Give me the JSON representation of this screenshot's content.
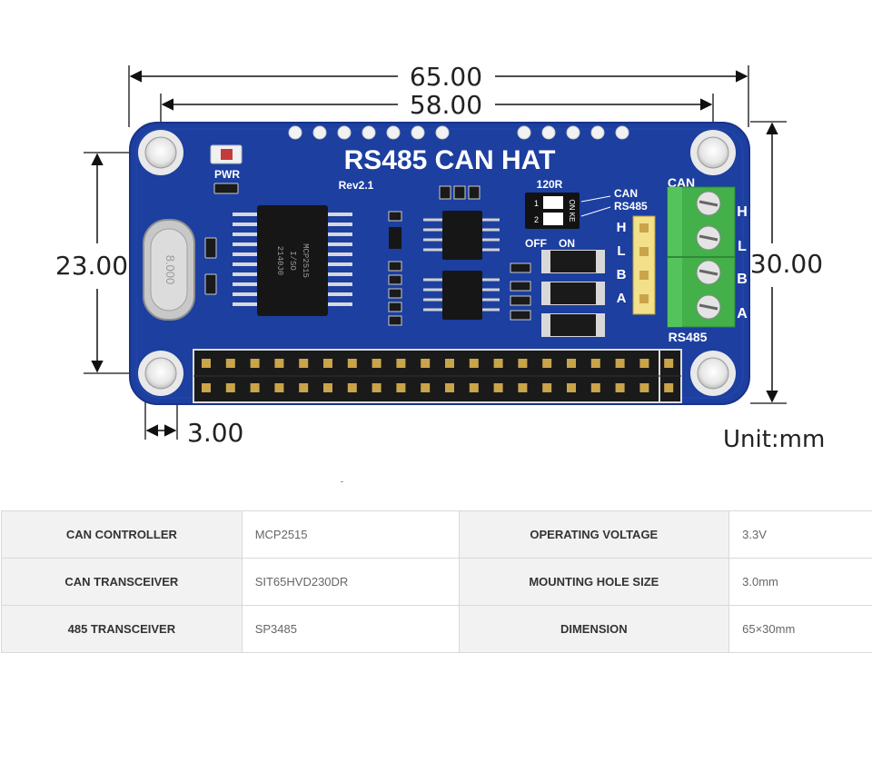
{
  "dimensions": {
    "overall_width": "65.00",
    "hole_spacing_x": "58.00",
    "hole_spacing_y": "23.00",
    "overall_height": "30.00",
    "hole_offset": "3.00",
    "unit": "Unit:mm"
  },
  "board": {
    "title": "RS485 CAN HAT",
    "revision": "Rev2.1",
    "pwr_label": "PWR",
    "jumper_label": "120R",
    "switch_off": "OFF",
    "switch_on": "ON",
    "switch_can": "CAN",
    "switch_rs485": "RS485",
    "switch_chip_text": "ON KE",
    "switch_pin_1": "1",
    "switch_pin_2": "2",
    "terminal_can": "CAN",
    "terminal_rs485": "RS485",
    "pins_left": [
      "H",
      "L",
      "B",
      "A"
    ],
    "pins_right": [
      "H",
      "L",
      "B",
      "A"
    ],
    "controller_marking": [
      "MCP2515",
      "I/SO",
      "2140J0"
    ],
    "crystal_marking": "8.000",
    "colors": {
      "pcb": "#1c3fa0",
      "pcb_edge": "#16338a",
      "terminal": "#43b04a",
      "header_gold": "#c9a44a"
    }
  },
  "specs": {
    "rows": [
      {
        "label1": "CAN CONTROLLER",
        "value1": "MCP2515",
        "label2": "OPERATING VOLTAGE",
        "value2": "3.3V"
      },
      {
        "label1": "CAN TRANSCEIVER",
        "value1": "SIT65HVD230DR",
        "label2": "MOUNTING HOLE SIZE",
        "value2": "3.0mm"
      },
      {
        "label1": "485 TRANSCEIVER",
        "value1": "SP3485",
        "label2": "DIMENSION",
        "value2": "65×30mm"
      }
    ]
  }
}
